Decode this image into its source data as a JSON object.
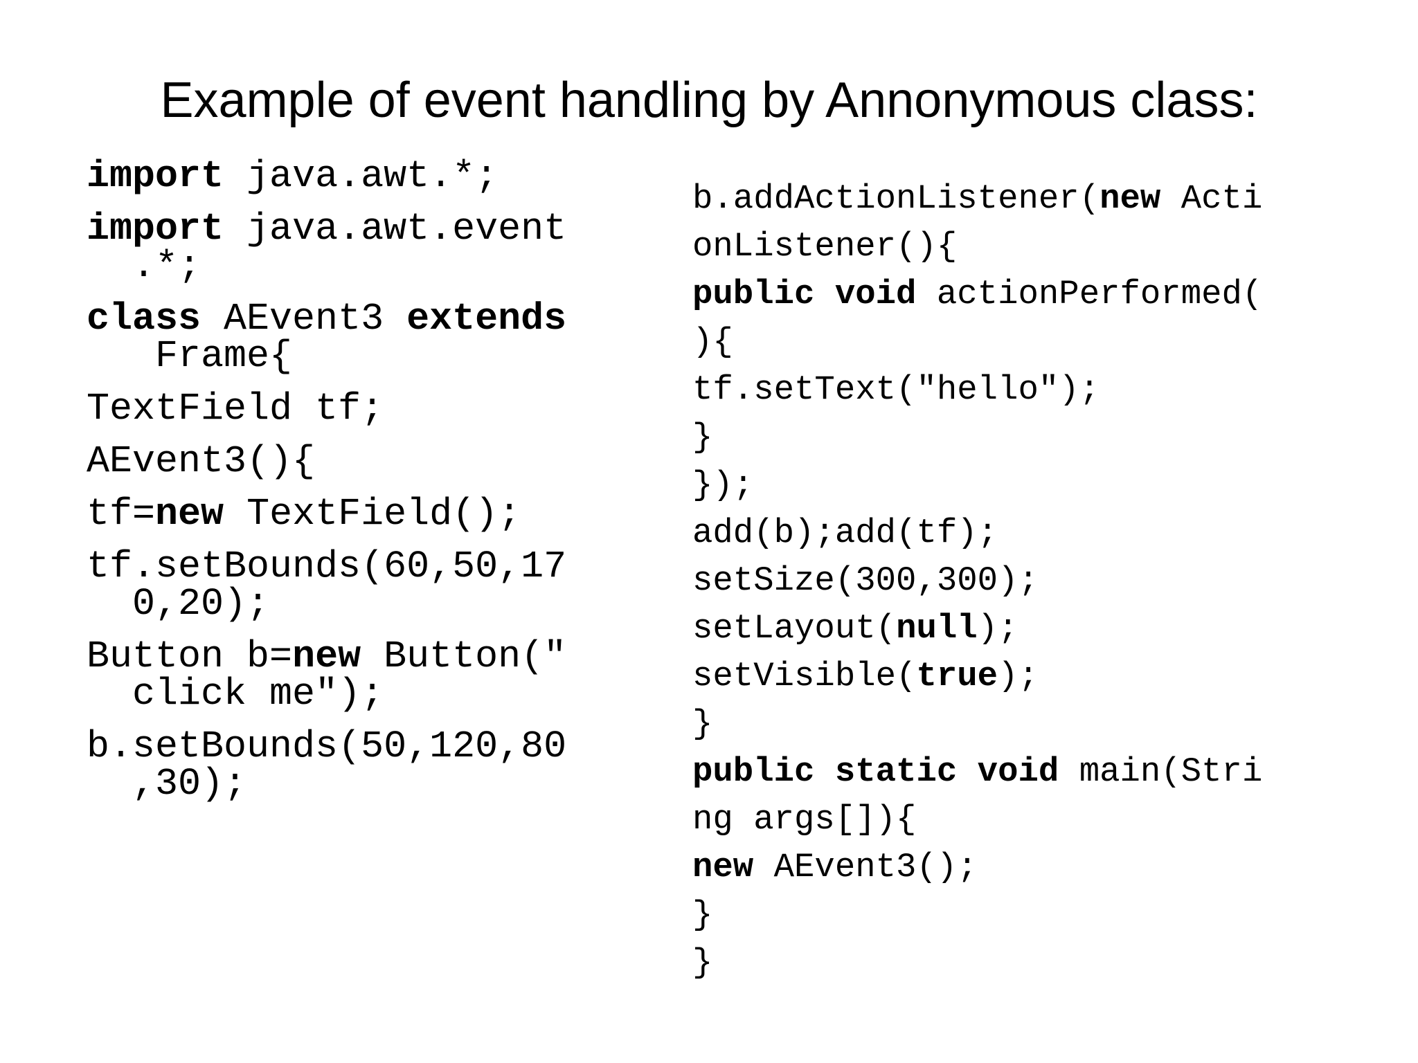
{
  "slide": {
    "title": "Example of event handling by Annonymous class:"
  },
  "left_code": {
    "l1_kw": "import",
    "l1_rest": " java.awt.*;",
    "l2_kw": "import",
    "l2_rest": " java.awt.event",
    "l2_cont": "  .*;",
    "l3_kw1": "class",
    "l3_mid": " AEvent3 ",
    "l3_kw2": "extends",
    "l3_cont": "   Frame{",
    "l4": "TextField tf;",
    "l5": "AEvent3(){",
    "l6_a": "tf=",
    "l6_kw": "new",
    "l6_b": " TextField();",
    "l7": "tf.setBounds(60,50,17",
    "l7_cont": "  0,20);",
    "l8_a": "Button b=",
    "l8_kw": "new",
    "l8_b": " Button(\"",
    "l8_cont": "  click me\");",
    "l9": "b.setBounds(50,120,80",
    "l9_cont": "  ,30);"
  },
  "right_code": {
    "r1_a": "b.addActionListener(",
    "r1_kw": "new",
    "r1_b": " Acti",
    "r2": "onListener(){",
    "r3_kw": "public void",
    "r3_b": " actionPerformed(",
    "r4": "){",
    "r5": "tf.setText(\"hello\");",
    "r6": "}",
    "r7": "});",
    "r8": "add(b);add(tf);",
    "r9": "setSize(300,300);",
    "r10_a": "setLayout(",
    "r10_kw": "null",
    "r10_b": ");",
    "r11_a": "setVisible(",
    "r11_kw": "true",
    "r11_b": ");",
    "r12": "}",
    "r13_kw": "public static void",
    "r13_b": " main(Stri",
    "r14": "ng args[]){",
    "r15_kw": "new",
    "r15_b": " AEvent3();",
    "r16": "}",
    "r17": "}"
  }
}
